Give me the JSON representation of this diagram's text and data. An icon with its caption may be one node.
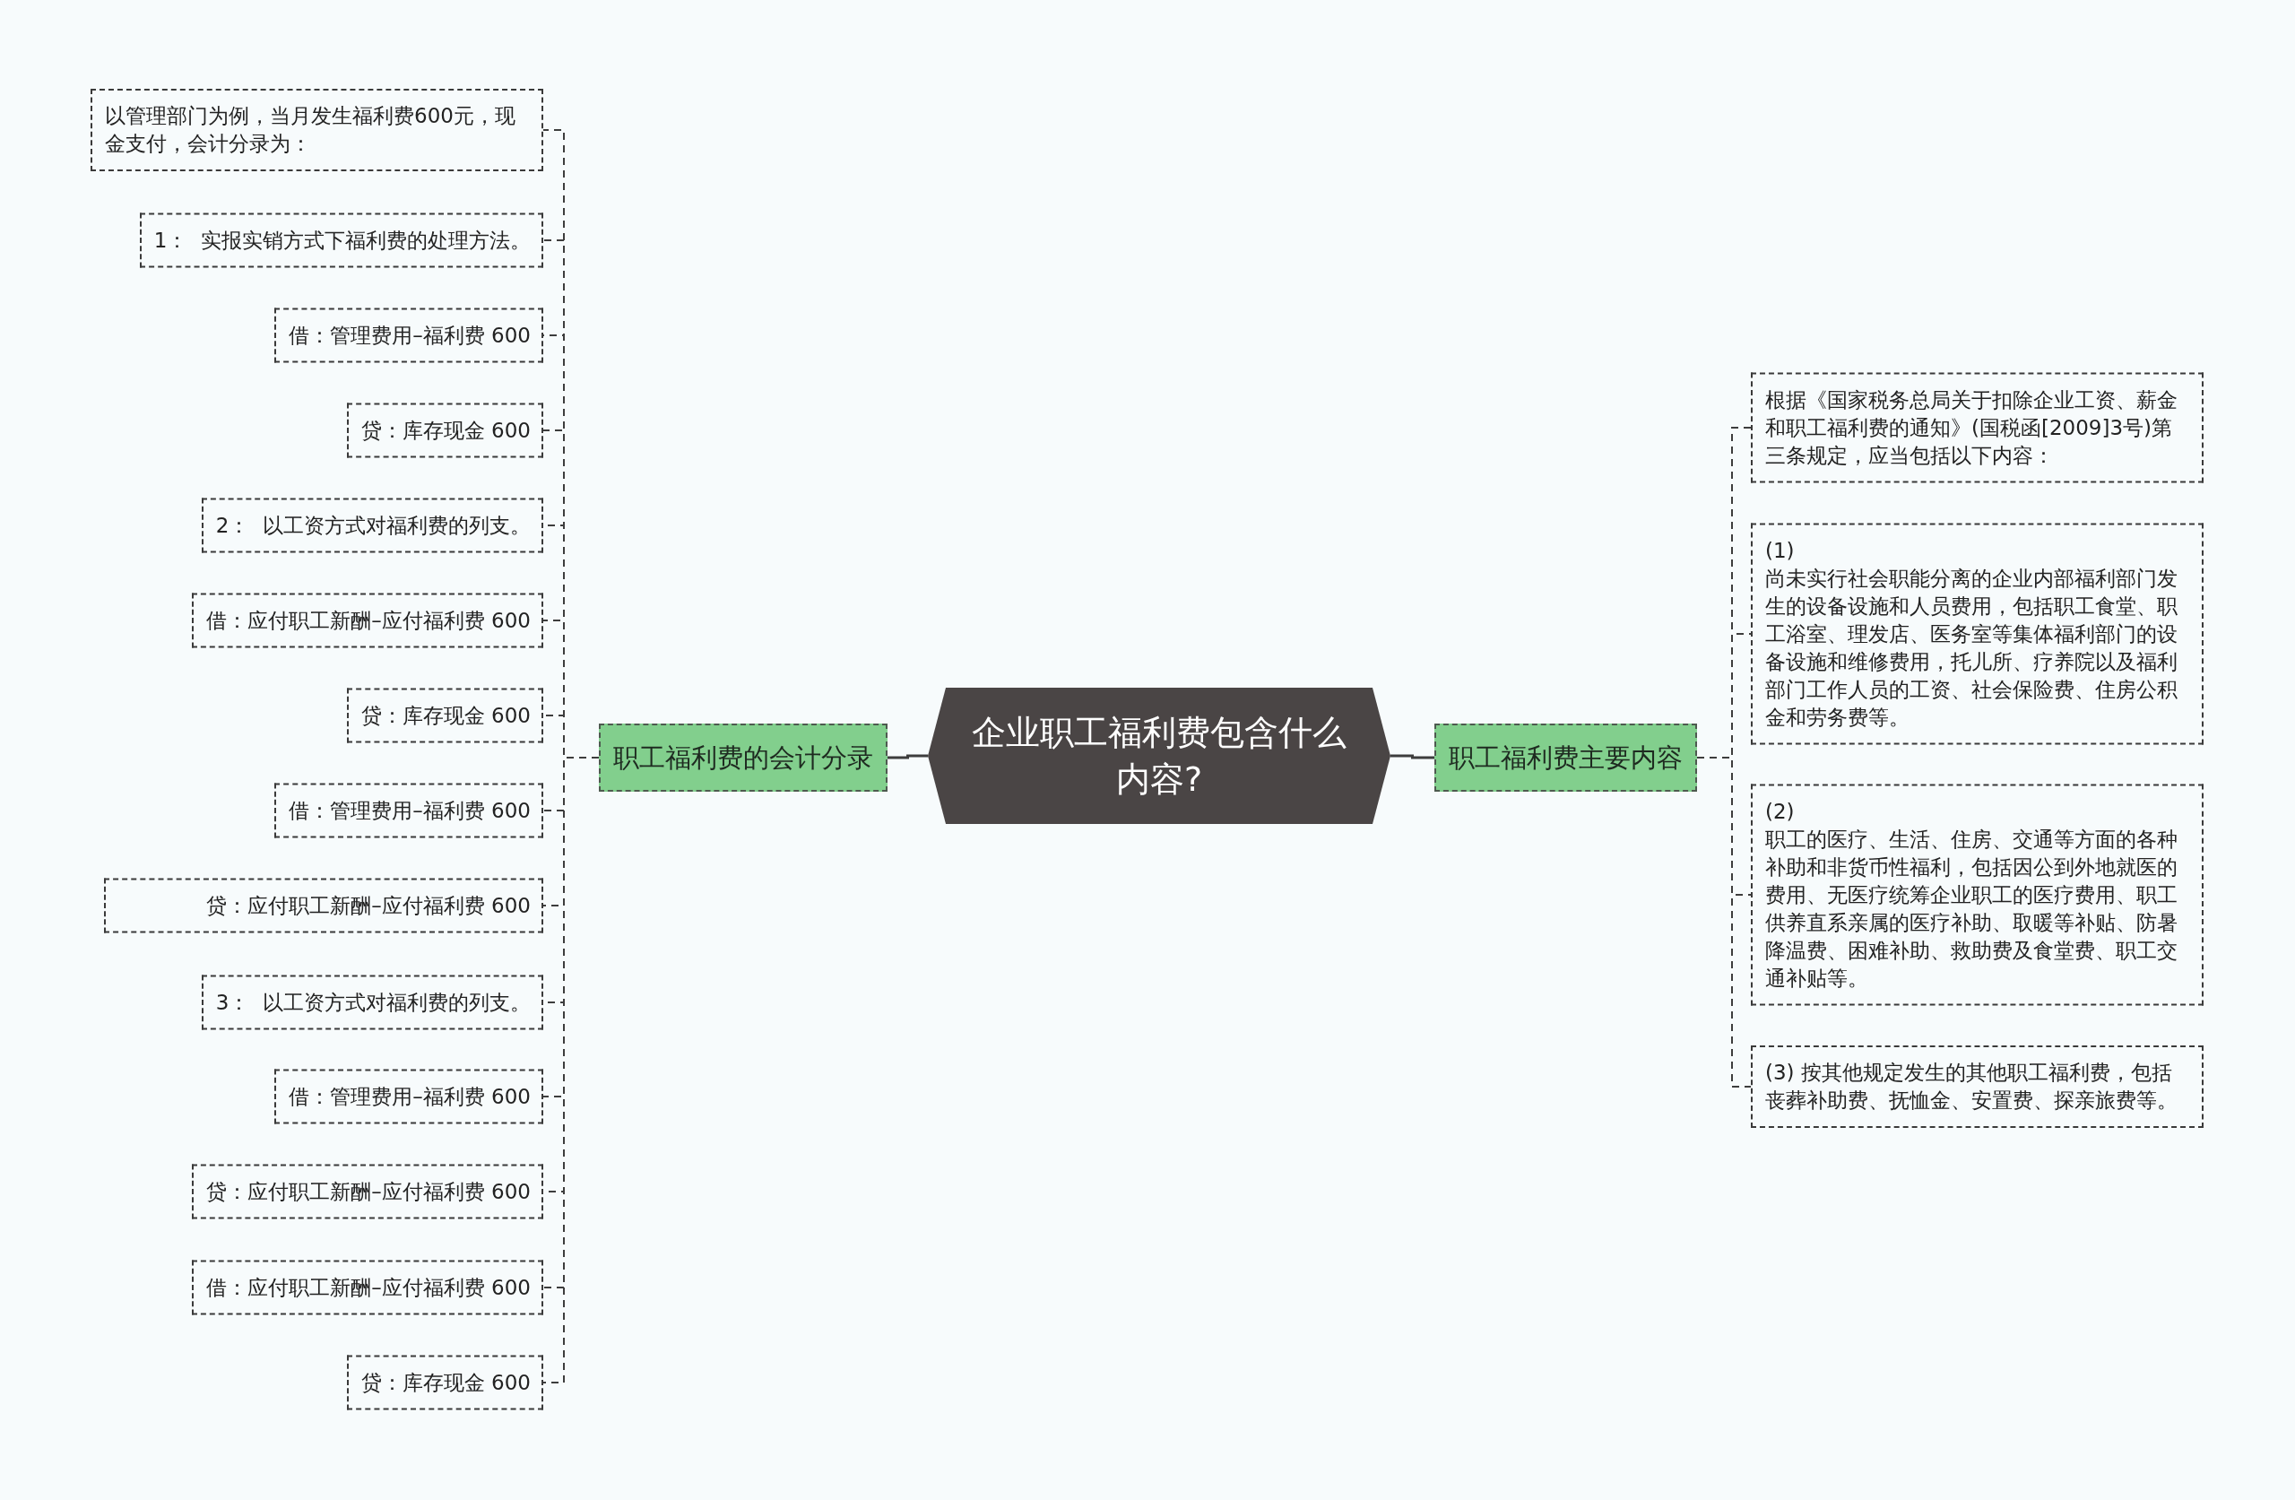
{
  "diagram": {
    "nodes": [
      {
        "text": [
          "企业职工福利费包含什么内容?"
        ]
      },
      {
        "text": [
          "职工福利费的会计分录"
        ]
      },
      {
        "text": [
          "以管理部门为例，当月发生福利费600元，现金支付，会计分录为："
        ]
      },
      {
        "text": [
          "1：  实报实销方式下福利费的处理方法。"
        ]
      },
      {
        "text": [
          "借：管理费用–福利费 600"
        ]
      },
      {
        "text": [
          "贷：库存现金 600"
        ]
      },
      {
        "text": [
          "2：  以工资方式对福利费的列支。"
        ]
      },
      {
        "text": [
          "借：应付职工新酬–应付福利费 600"
        ]
      },
      {
        "text": [
          "贷：库存现金 600"
        ]
      },
      {
        "text": [
          "借：管理费用–福利费 600"
        ]
      },
      {
        "text": [
          "贷：应付职工新酬–应付福利费 600"
        ]
      },
      {
        "text": [
          "3：  以工资方式对福利费的列支。"
        ]
      },
      {
        "text": [
          "借：管理费用–福利费 600"
        ]
      },
      {
        "text": [
          "贷：应付职工新酬–应付福利费 600"
        ]
      },
      {
        "text": [
          "借：应付职工新酬–应付福利费 600"
        ]
      },
      {
        "text": [
          "贷：库存现金 600"
        ]
      },
      {
        "text": [
          "职工福利费主要内容"
        ]
      },
      {
        "text": [
          "根据《国家税务总局关于扣除企业工资、薪金和职工福利费的通知》(国税函[2009]3号)第三条规定，应当包括以下内容："
        ]
      },
      {
        "text": [
          "(1)",
          "尚未实行社会职能分离的企业内部福利部门发生的设备设施和人员费用，包括职工食堂、职工浴室、理发店、医务室等集体福利部门的设备设施和维修费用，托儿所、疗养院以及福利部门工作人员的工资、社会保险费、住房公积金和劳务费等。"
        ]
      },
      {
        "text": [
          "(2)",
          "职工的医疗、生活、住房、交通等方面的各种补助和非货币性福利，包括因公到外地就医的费用、无医疗统筹企业职工的医疗费用、职工供养直系亲属的医疗补助、取暖等补贴、防暑降温费、困难补助、救助费及食堂费、职工交通补贴等。"
        ]
      },
      {
        "text": [
          "(3) 按其他规定发生的其他职工福利费，包括丧葬补助费、抚恤金、安置费、探亲旅费等。"
        ]
      }
    ],
    "edges": [
      {
        "from": 0,
        "to": 1,
        "arrow": "none"
      },
      {
        "from": 0,
        "to": 16,
        "arrow": "none"
      },
      {
        "from": 1,
        "to": 2,
        "arrow": "none",
        "style": "dashed"
      },
      {
        "from": 1,
        "to": 3,
        "arrow": "none",
        "style": "dashed"
      },
      {
        "from": 1,
        "to": 4,
        "arrow": "none",
        "style": "dashed"
      },
      {
        "from": 1,
        "to": 5,
        "arrow": "none",
        "style": "dashed"
      },
      {
        "from": 1,
        "to": 6,
        "arrow": "none",
        "style": "dashed"
      },
      {
        "from": 1,
        "to": 7,
        "arrow": "none",
        "style": "dashed"
      },
      {
        "from": 1,
        "to": 8,
        "arrow": "none",
        "style": "dashed"
      },
      {
        "from": 1,
        "to": 9,
        "arrow": "none",
        "style": "dashed"
      },
      {
        "from": 1,
        "to": 10,
        "arrow": "none",
        "style": "dashed"
      },
      {
        "from": 1,
        "to": 11,
        "arrow": "none",
        "style": "dashed"
      },
      {
        "from": 1,
        "to": 12,
        "arrow": "none",
        "style": "dashed"
      },
      {
        "from": 1,
        "to": 13,
        "arrow": "none",
        "style": "dashed"
      },
      {
        "from": 1,
        "to": 14,
        "arrow": "none",
        "style": "dashed"
      },
      {
        "from": 1,
        "to": 15,
        "arrow": "none",
        "style": "dashed"
      },
      {
        "from": 16,
        "to": 17,
        "arrow": "none",
        "style": "dashed"
      },
      {
        "from": 16,
        "to": 18,
        "arrow": "none",
        "style": "dashed"
      },
      {
        "from": 16,
        "to": 19,
        "arrow": "none",
        "style": "dashed"
      },
      {
        "from": 16,
        "to": 20,
        "arrow": "none",
        "style": "dashed"
      }
    ]
  }
}
